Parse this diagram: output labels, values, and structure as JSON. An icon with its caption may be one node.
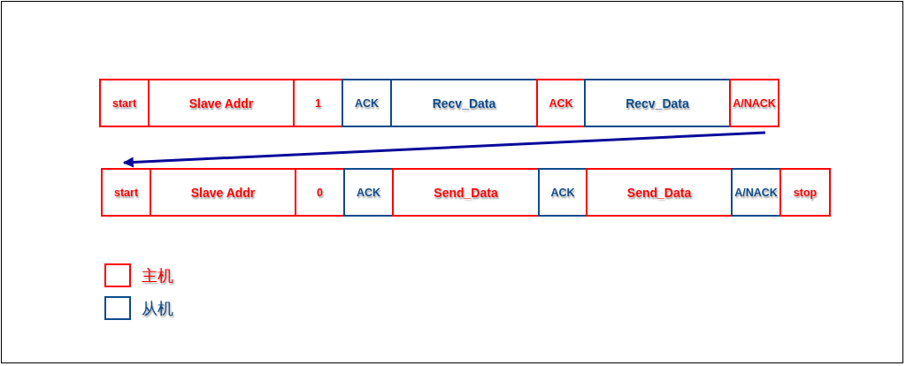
{
  "diagram": {
    "nodes": [
      {
        "text": [
          "start"
        ]
      },
      {
        "text": [
          "Slave Addr"
        ]
      },
      {
        "text": [
          "1"
        ]
      },
      {
        "text": [
          "ACK"
        ]
      },
      {
        "text": [
          "Recv_Data"
        ]
      },
      {
        "text": [
          "ACK"
        ]
      },
      {
        "text": [
          "Recv_Data"
        ]
      },
      {
        "text": [
          "A/NACK"
        ]
      },
      {
        "text": [
          "start"
        ]
      },
      {
        "text": [
          "Slave Addr"
        ]
      },
      {
        "text": [
          "0"
        ]
      },
      {
        "text": [
          "ACK"
        ]
      },
      {
        "text": [
          "Send_Data"
        ]
      },
      {
        "text": [
          "ACK"
        ]
      },
      {
        "text": [
          "Send_Data"
        ]
      },
      {
        "text": [
          "A/NACK"
        ]
      },
      {
        "text": [
          "stop"
        ]
      }
    ],
    "edges": [
      {
        "from": 7,
        "to": 8,
        "arrow": "to"
      }
    ],
    "legend": [
      {
        "text": "主机",
        "color": "#ff0000"
      },
      {
        "text": "从机",
        "color": "#0d4a8a"
      }
    ]
  }
}
